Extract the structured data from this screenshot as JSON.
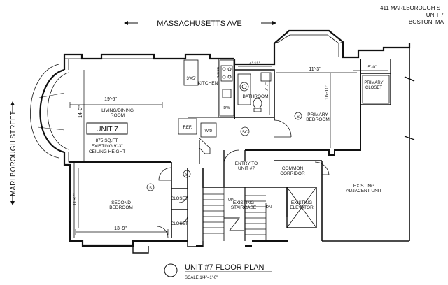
{
  "address": {
    "line1": "411 MARLBOROUGH ST",
    "line2": "UNIT 7",
    "line3": "BOSTON, MA"
  },
  "streets": {
    "top": "MASSACHUSETTS AVE",
    "left": "MARLBOROUGH STREET"
  },
  "rooms": {
    "living": [
      "LIVING/DINING",
      "ROOM"
    ],
    "kitchen": "KITCHEN",
    "bathroom": "BATHROOM",
    "primary_bedroom": [
      "PRIMARY",
      "BEDROOM"
    ],
    "primary_closet": [
      "PRIMARY",
      "CLOSET"
    ],
    "second_bedroom": [
      "SECOND",
      "BEDROOM"
    ],
    "closet_upper": "CLOSET",
    "closet_lower": "CLOSET",
    "entry": [
      "ENTRY TO",
      "UNIT #7"
    ],
    "common_corridor": [
      "COMMON",
      "CORRIDOR"
    ],
    "existing_adjacent": [
      "EXISTING",
      "ADJACENT UNIT"
    ],
    "existing_staircase": [
      "EXISTING",
      "STAIRCASE"
    ],
    "existing_elevator": [
      "EXISTING",
      "ELEVATOR"
    ]
  },
  "unit_box": {
    "title": "UNIT 7",
    "area": "875 SQ.FT.",
    "height_line1": "EXISTING 9'-3\"",
    "height_line2": "CEILING HEIGHT"
  },
  "dimensions": {
    "living_width": "19'-6\"",
    "living_depth": "14'-3\"",
    "kitchen_counter": "3'X5'",
    "bath_width": "4'-11\"",
    "bath_depth": "7'-7\"",
    "primary_width": "11'-3\"",
    "primary_depth": "16'-10\"",
    "closet_width": "5'-0\"",
    "second_width": "13'-9\"",
    "second_depth": "11'-0\""
  },
  "fixtures": {
    "range": "RANGE",
    "dw": "DW",
    "fridge": "REF.",
    "washer_dryer": "W/D",
    "smoke_a": "S",
    "smoke_b": "S",
    "smoke_c": "S",
    "sc": "SC",
    "up": "UP",
    "dn": "DN"
  },
  "plan_title": "UNIT #7 FLOOR PLAN",
  "scale": "SCALE 1/4\"=1'-0\""
}
